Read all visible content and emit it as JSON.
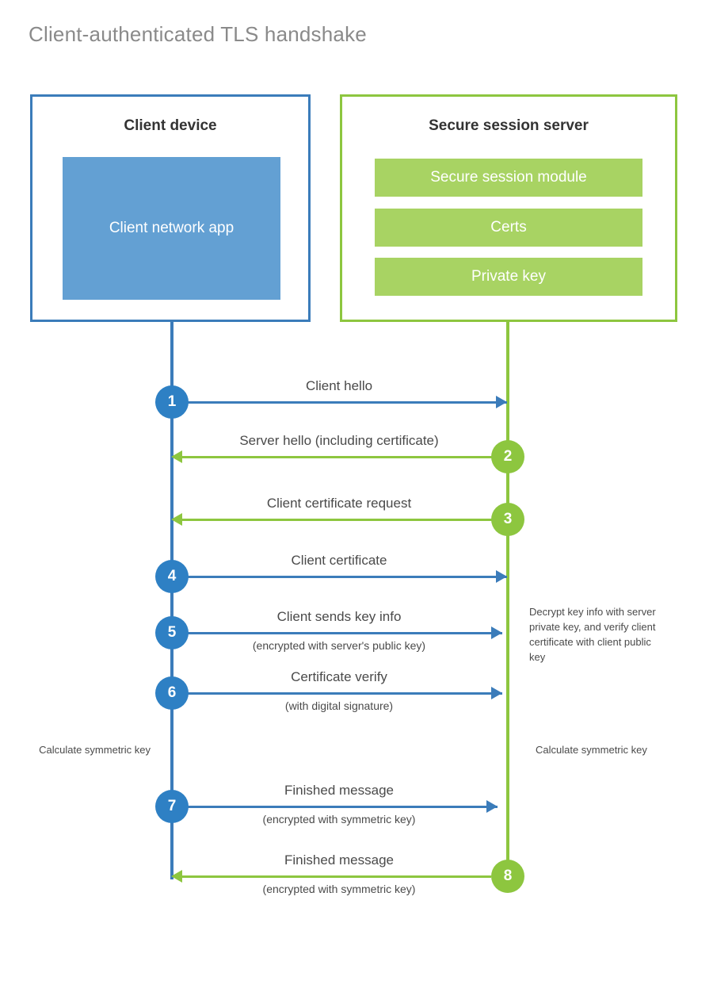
{
  "title": "Client-authenticated TLS handshake",
  "colors": {
    "blue_border": "#3b7cba",
    "blue_fill": "#63a0d3",
    "blue_badge": "#2e80c4",
    "green_border": "#8dc63f",
    "green_fill": "#a8d363",
    "green_badge": "#8dc63f",
    "title_text": "#8a8a8a",
    "body_text": "#4a4a4a"
  },
  "actors": {
    "client": {
      "title": "Client device",
      "component": "Client network app"
    },
    "server": {
      "title": "Secure session server",
      "components": [
        "Secure session module",
        "Certs",
        "Private key"
      ]
    }
  },
  "messages": [
    {
      "step": "1",
      "label": "Client hello",
      "sublabel": "",
      "direction": "client-to-server",
      "color": "blue"
    },
    {
      "step": "2",
      "label": "Server hello (including certificate)",
      "sublabel": "",
      "direction": "server-to-client",
      "color": "green"
    },
    {
      "step": "3",
      "label": "Client certificate request",
      "sublabel": "",
      "direction": "server-to-client",
      "color": "green"
    },
    {
      "step": "4",
      "label": "Client certificate",
      "sublabel": "",
      "direction": "client-to-server",
      "color": "blue"
    },
    {
      "step": "5",
      "label": "Client sends key info",
      "sublabel": "(encrypted with server's public key)",
      "direction": "client-to-server",
      "color": "blue"
    },
    {
      "step": "6",
      "label": "Certificate verify",
      "sublabel": "(with digital signature)",
      "direction": "client-to-server",
      "color": "blue"
    },
    {
      "step": "7",
      "label": "Finished message",
      "sublabel": "(encrypted with symmetric key)",
      "direction": "client-to-server",
      "color": "blue"
    },
    {
      "step": "8",
      "label": "Finished message",
      "sublabel": "(encrypted with symmetric key)",
      "direction": "server-to-client",
      "color": "green"
    }
  ],
  "notes": {
    "decrypt": "Decrypt key info with server private key, and verify client certificate with client public key",
    "calculate_client": "Calculate symmetric key",
    "calculate_server": "Calculate symmetric key"
  }
}
